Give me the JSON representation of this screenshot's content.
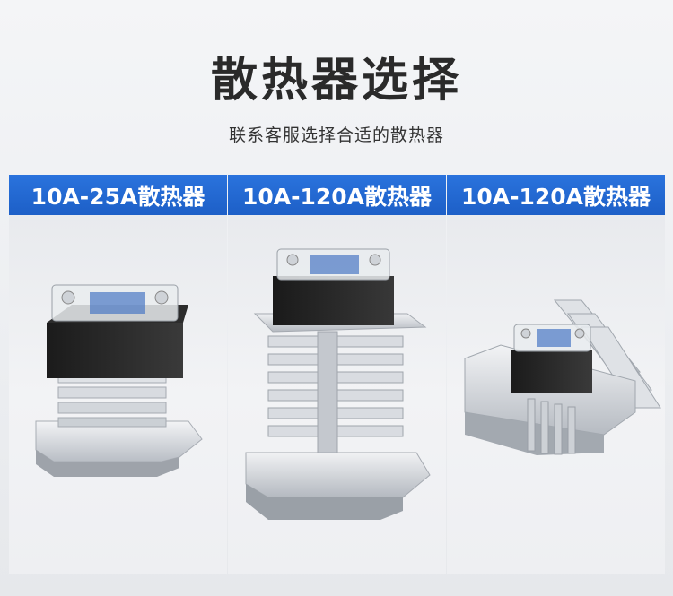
{
  "title": "散热器选择",
  "subtitle": "联系客服选择合适的散热器",
  "panels": [
    {
      "label": "10A-25A散热器"
    },
    {
      "label": "10A-120A散热器"
    },
    {
      "label": "10A-120A散热器"
    }
  ],
  "colors": {
    "header": "#1d5fc7",
    "title": "#2a2a2a"
  }
}
